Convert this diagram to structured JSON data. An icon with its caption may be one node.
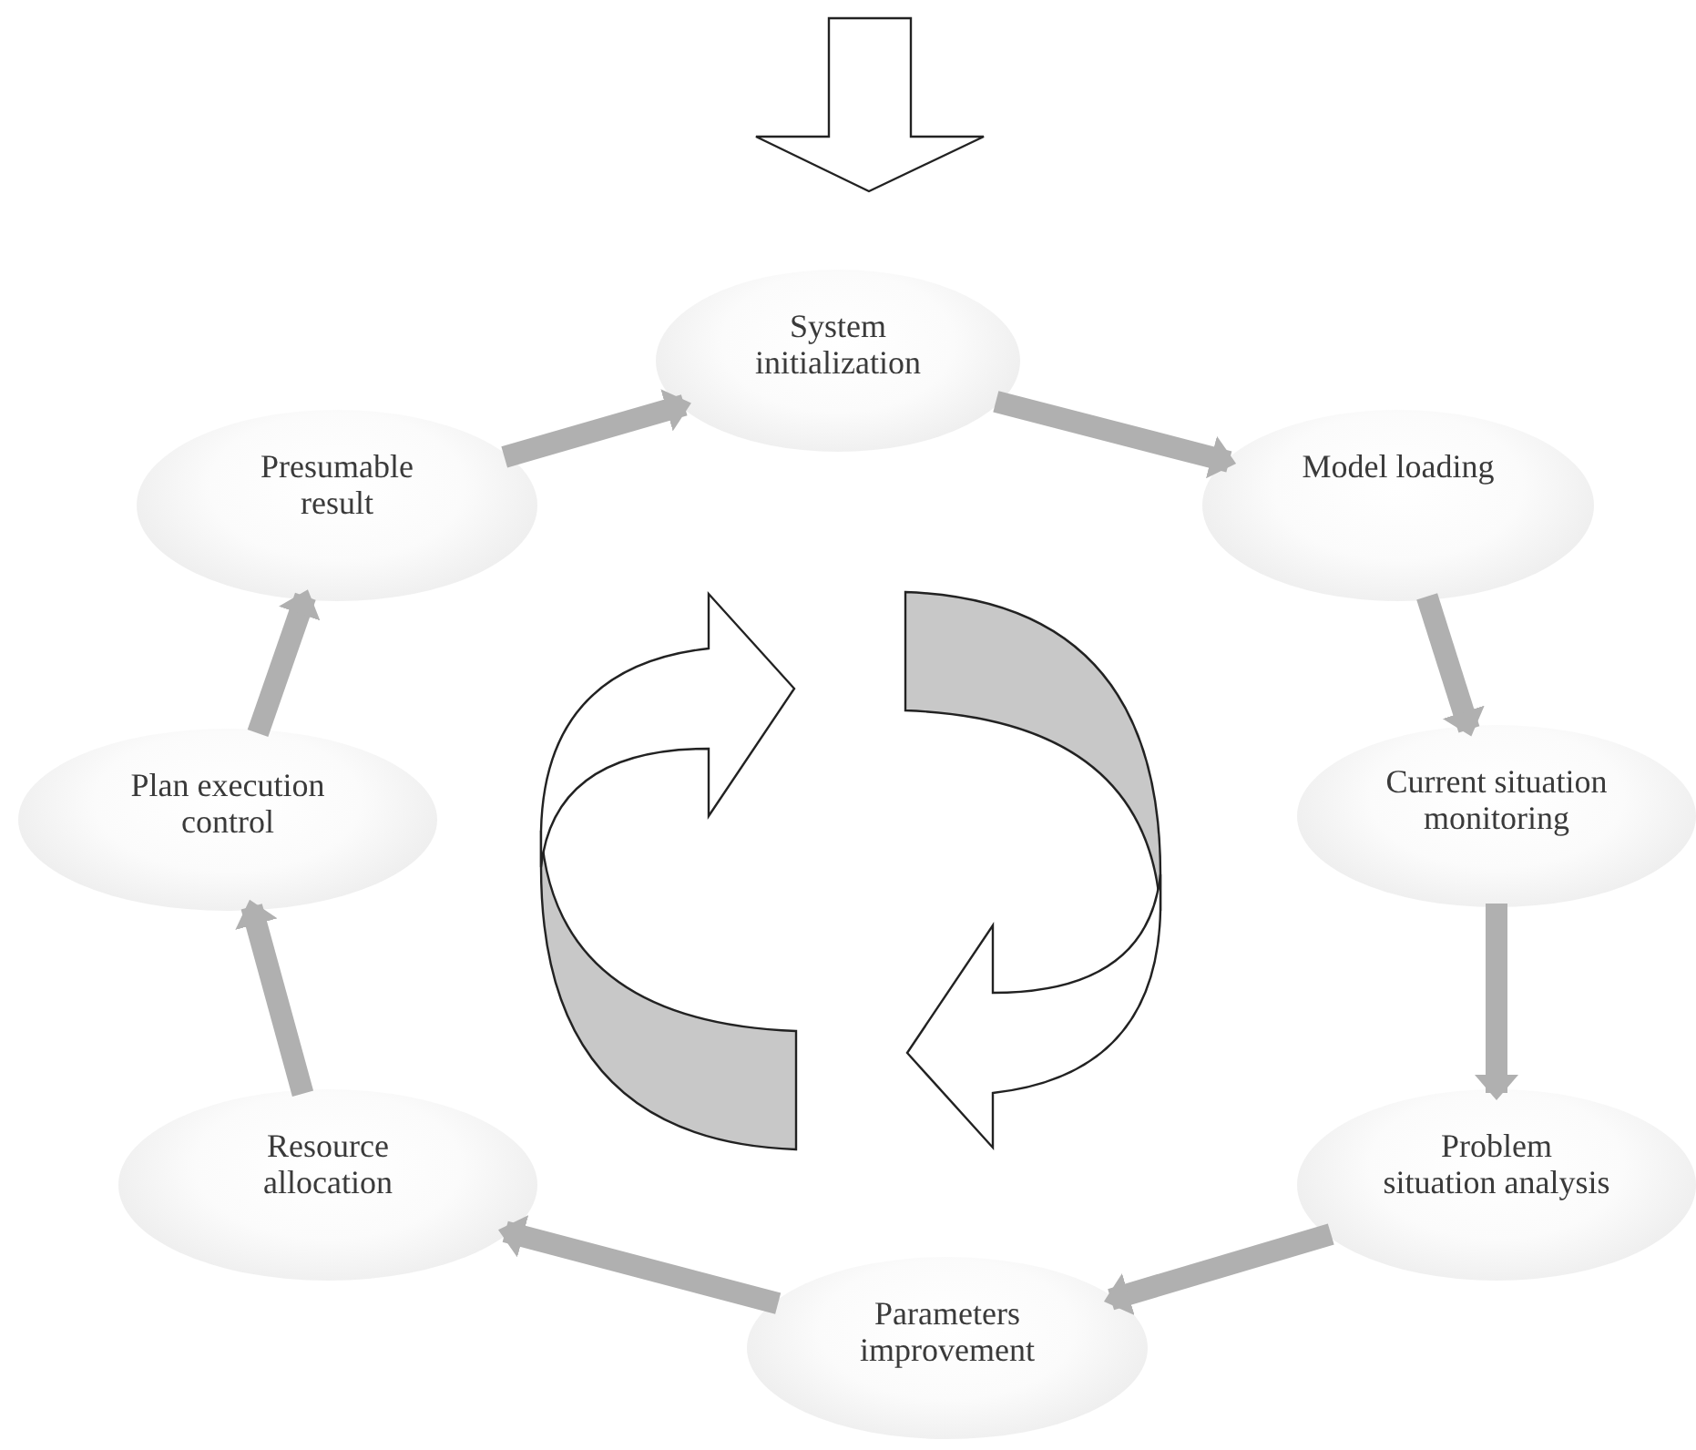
{
  "diagram": {
    "nodes": [
      {
        "text": [
          "System initialization"
        ]
      },
      {
        "text": [
          "Model loading"
        ]
      },
      {
        "text": [
          "Current situation monitoring"
        ]
      },
      {
        "text": [
          "Problem situation analysis"
        ]
      },
      {
        "text": [
          "Parameters improvement"
        ]
      },
      {
        "text": [
          "Resource allocation"
        ]
      },
      {
        "text": [
          "Plan execution control"
        ]
      },
      {
        "text": [
          "Presumable result"
        ]
      }
    ],
    "edges": [
      {
        "from": 0,
        "to": 1,
        "arrow": "to"
      },
      {
        "from": 1,
        "to": 2,
        "arrow": "to"
      },
      {
        "from": 2,
        "to": 3,
        "arrow": "to"
      },
      {
        "from": 3,
        "to": 4,
        "arrow": "to"
      },
      {
        "from": 4,
        "to": 5,
        "arrow": "to"
      },
      {
        "from": 5,
        "to": 6,
        "arrow": "to"
      },
      {
        "from": 6,
        "to": 7,
        "arrow": "to"
      },
      {
        "from": 7,
        "to": 0,
        "arrow": "to"
      }
    ]
  }
}
